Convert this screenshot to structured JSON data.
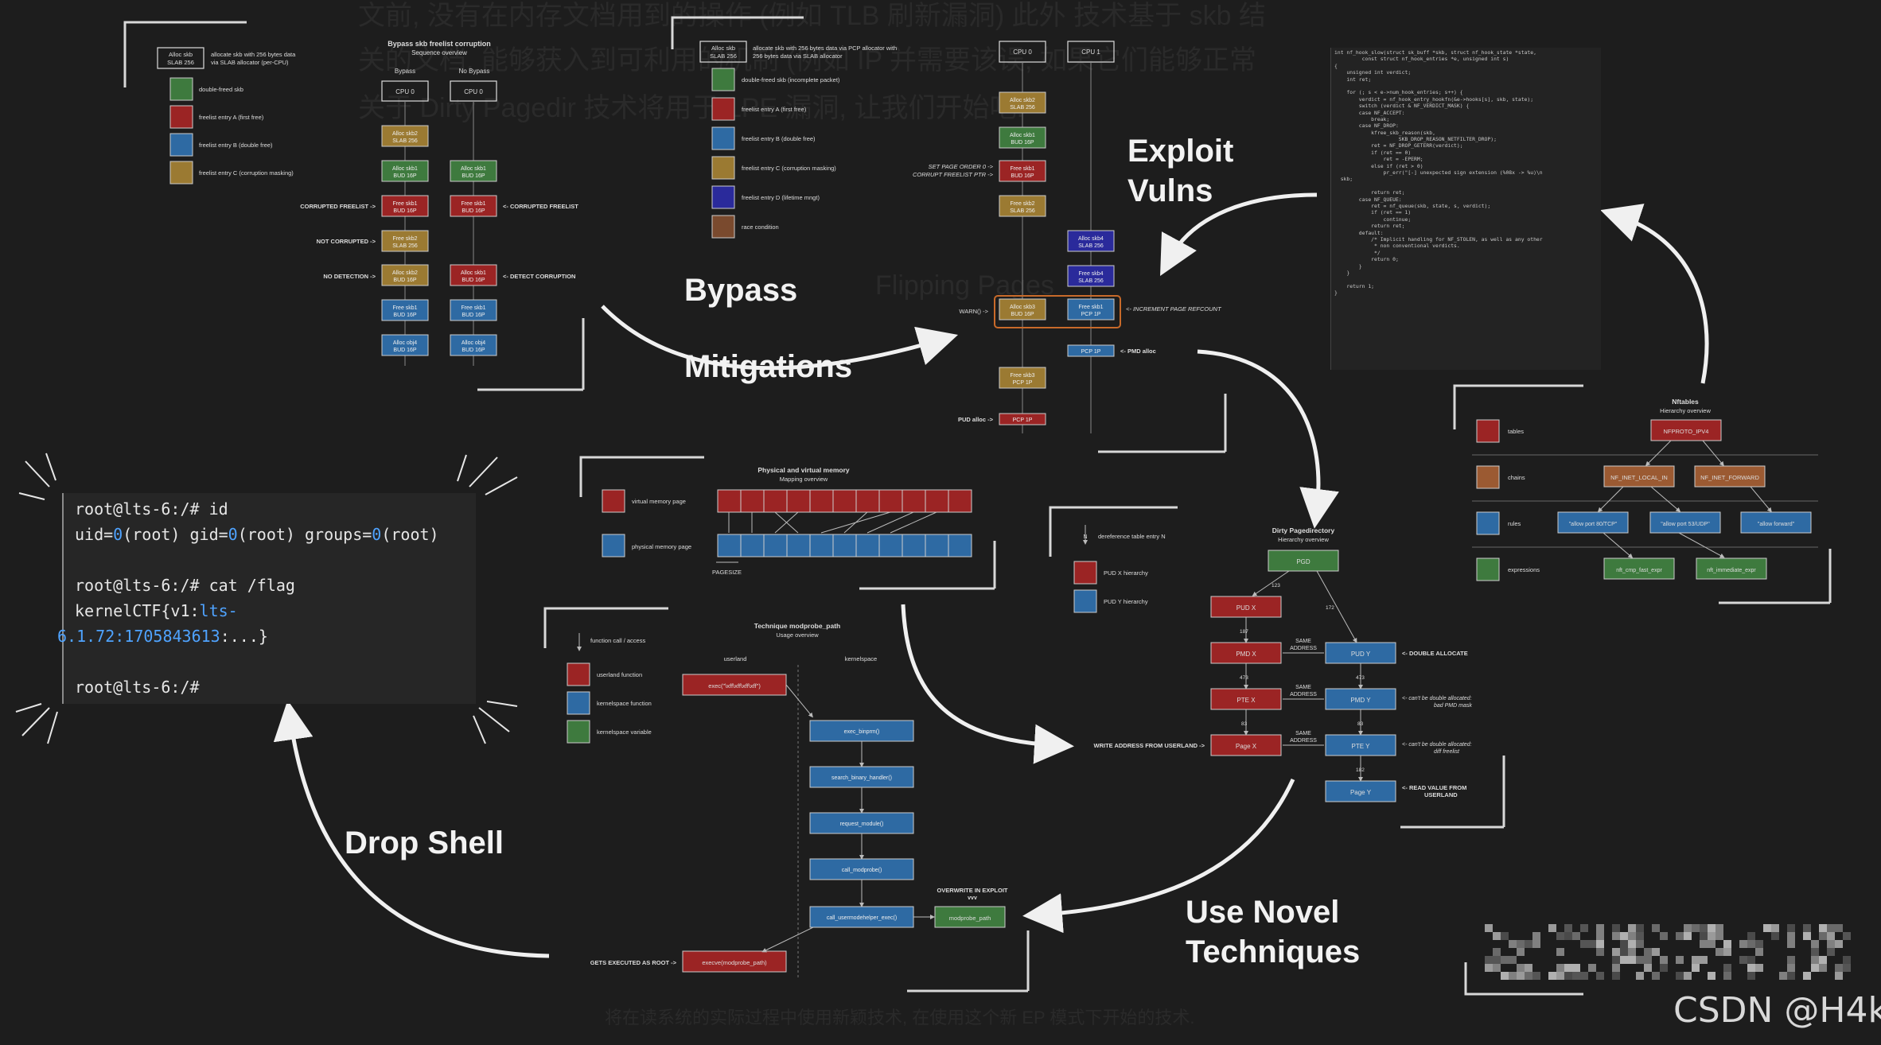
{
  "stages": {
    "bypass_1": "Bypass",
    "bypass_2": "Mitigations",
    "exploit_1": "Exploit",
    "exploit_2": "Vulns",
    "novel_1": "Use Novel",
    "novel_2": "Techniques",
    "drop_shell": "Drop Shell"
  },
  "terminal": {
    "line1_prompt": "root@lts-6:/# ",
    "line1_cmd": "id",
    "line2_a": "uid=",
    "line2_b": "0",
    "line2_c": "(root) gid=",
    "line2_d": "0",
    "line2_e": "(root) groups=",
    "line2_f": "0",
    "line2_g": "(root)",
    "line3_prompt": "root@lts-6:/# ",
    "line3_cmd": "cat /flag",
    "line4_a": "kernelCTF{v1:",
    "line4_b": "lts-",
    "line5_a": "6.1.72:1705843613",
    "line5_b": ":...}",
    "line6_prompt": "root@lts-6:/#"
  },
  "watermark": "CSDN @H4k",
  "pixelated_logo": "pwning tech",
  "background_ghost": {
    "top_text": "文前, 没有在内存文档用到的操作 (例如 TLB 刷新漏洞) 此外 技术基于 skb 结",
    "line2": "关的文档, 能够获入到可利用的机制 (例如 IP 并需要该误, 如果它们能够正常",
    "line3": "关于 Dirty Pagedir 技术将用于 LPE 漏洞, 让我们开始吧!",
    "flipping": "Flipping Pages",
    "bottom": "将在读系统的实际过程中使用新颖技术, 在使用这个新 EP 模式下开始的技术."
  },
  "freelist_diagram": {
    "title": "Bypass skb freelist corruption",
    "subtitle": "Sequence overview",
    "legend": [
      {
        "box_l1": "Alloc skb",
        "box_l2": "SLAB 256",
        "label": "allocate skb with 256 bytes data",
        "label2": "via SLAB allocator (per-CPU)"
      },
      {
        "label": "double-freed skb",
        "color": "#3e7a3e"
      },
      {
        "label": "freelist entry  A  (first free)",
        "color": "#9b2424"
      },
      {
        "label": "freelist entry  B  (double free)",
        "color": "#2e6aa3"
      },
      {
        "label": "freelist entry  C  (corruption masking)",
        "color": "#9b7a32"
      }
    ],
    "col_bypass": "Bypass",
    "col_nobypass": "No Bypass",
    "cpu0": "CPU 0",
    "cpu0b": "CPU 0",
    "rows_left": [
      [
        "Alloc skb2",
        "SLAB 256",
        "#9b7a32"
      ],
      [
        "Alloc skb1",
        "BUD 16P",
        "#3e7a3e"
      ],
      [
        "Free skb1",
        "BUD 16P",
        "#9b2424"
      ],
      [
        "Free skb2",
        "SLAB 256",
        "#9b7a32"
      ],
      [
        "Alloc skb2",
        "BUD 16P",
        "#9b7a32"
      ],
      [
        "Free skb1",
        "BUD 16P",
        "#2e6aa3"
      ],
      [
        "Alloc obj4",
        "BUD 16P",
        "#2e6aa3"
      ]
    ],
    "rows_right": [
      [
        "Alloc skb1",
        "BUD 16P",
        "#3e7a3e"
      ],
      [
        "Free skb1",
        "BUD 16P",
        "#9b2424"
      ],
      [
        "Alloc skb1",
        "BUD 16P",
        "#9b2424"
      ],
      [
        "Free skb1",
        "BUD 16P",
        "#2e6aa3"
      ],
      [
        "Alloc obj4",
        "BUD 16P",
        "#2e6aa3"
      ]
    ],
    "ann_corrupted": "CORRUPTED FREELIST ->",
    "ann_not_corrupted": "NOT CORRUPTED ->",
    "ann_no_detection": "NO DETECTION ->",
    "ann_corrupted_r": "<- CORRUPTED FREELIST",
    "ann_detect": "<- DETECT CORRUPTION"
  },
  "pcp_diagram": {
    "legend": [
      {
        "box_l1": "Alloc skb",
        "box_l2": "SLAB 256",
        "label": "allocate skb with 256 bytes data via PCP allocator with",
        "label2": "256 bytes data via SLAB allocator"
      },
      {
        "label": "double-freed skb (incomplete packet)",
        "color": "#3e7a3e"
      },
      {
        "label": "freelist entry  A  (first free)",
        "color": "#9b2424"
      },
      {
        "label": "freelist entry  B  (double free)",
        "color": "#2e6aa3"
      },
      {
        "label": "freelist entry  C  (corruption masking)",
        "color": "#9b7a32"
      },
      {
        "label": "freelist entry  D  (lifetime mngt)",
        "color": "#2a2a9b"
      },
      {
        "label": "race condition",
        "color": "#7a4a2e"
      }
    ],
    "cpu0": "CPU 0",
    "cpu1": "CPU 1",
    "col0": [
      [
        "Alloc skb2",
        "SLAB 256",
        "#9b7a32"
      ],
      [
        "Alloc skb1",
        "BUD 16P",
        "#3e7a3e"
      ],
      [
        "Free skb1",
        "BUD 16P",
        "#9b2424"
      ],
      [
        "Free skb2",
        "SLAB 256",
        "#9b7a32"
      ],
      [
        "Alloc skb3",
        "BUD 16P",
        "#9b7a32"
      ],
      [
        "Free skb3",
        "PCP 1P",
        "#9b7a32"
      ],
      [
        "PCP 1P",
        "",
        "#9b2424"
      ]
    ],
    "col1": [
      [
        "Alloc skb4",
        "SLAB 256",
        "#2a2a9b"
      ],
      [
        "Free skb4",
        "SLAB 256",
        "#2a2a9b"
      ],
      [
        "Free skb1",
        "PCP 1P",
        "#2e6aa3"
      ],
      [
        "PCP 1P",
        "",
        "#2e6aa3"
      ]
    ],
    "ann_set_order": "SET PAGE ORDER 0 ->",
    "ann_corrupt_ptr": "CORRUPT FREELIST PTR ->",
    "ann_warn": "WARN() ->",
    "ann_increment": "<- INCREMENT PAGE REFCOUNT",
    "ann_pmd_alloc": "<- PMD alloc",
    "ann_pud_alloc": "PUD alloc ->"
  },
  "mapping_diagram": {
    "title": "Physical and virtual memory",
    "subtitle": "Mapping overview",
    "virtual_label": "virtual memory page",
    "physical_label": "physical memory page",
    "pagesize": "PAGESIZE",
    "virtual_color": "#9b2424",
    "physical_color": "#2e6aa3"
  },
  "modprobe_diagram": {
    "title": "Technique modprobe_path",
    "subtitle": "Usage overview",
    "legend_call": "function call / access",
    "legend_user": "userland function",
    "legend_kernel": "kernelspace function",
    "legend_var": "kernelspace variable",
    "col_user": "userland",
    "col_kernel": "kernelspace",
    "exec_user": "exec(\"\\xff\\xff\\xff\\xff\")",
    "steps": [
      "exec_binprm()",
      "search_binary_handler()",
      "request_module()",
      "call_modprobe()",
      "call_usermodehelper_exec()"
    ],
    "modprobe_path": "modprobe_path",
    "overwrite": "OVERWRITE IN EXPLOIT",
    "overwrite_arrow": "vvv",
    "gets_executed": "GETS EXECUTED AS ROOT ->",
    "execve": "execve(modprobe_path)"
  },
  "pagedir_diagram": {
    "title": "Dirty Pagedirectory",
    "subtitle": "Hierarchy overview",
    "legend_deref": "dereference table entry N",
    "legend_n": "N",
    "legend_x": "PUD X hierarchy",
    "legend_y": "PUD Y hierarchy",
    "pgd": "PGD",
    "pud_x": "PUD X",
    "pmd_x": "PMD X",
    "pte_x": "PTE X",
    "page_x": "Page X",
    "pud_y": "PUD Y",
    "pmd_y": "PMD Y",
    "pte_y": "PTE Y",
    "page_y": "Page Y",
    "n_pgd_x": "123",
    "n_pgd_y": "172",
    "n_x1": "187",
    "n_x2": "473",
    "n_x3": "83",
    "n_y1": "473",
    "n_y2": "83",
    "n_y3": "182",
    "same": "SAME",
    "address": "ADDRESS",
    "double_allocate": "<- DOUBLE ALLOCATE",
    "cant_pmd_1": "<- can't be double allocated:",
    "cant_pmd_2": "bad PMD mask",
    "cant_pte_1": "<- can't be double allocated:",
    "cant_pte_2": "diff freelist",
    "read_value_1": "<- READ VALUE FROM",
    "read_value_2": "USERLAND",
    "write_addr": "WRITE ADDRESS FROM USERLAND ->"
  },
  "nftables_diagram": {
    "title": "Nftables",
    "subtitle": "Hierarchy overview",
    "legend": [
      {
        "label": "tables",
        "color": "#9b2424"
      },
      {
        "label": "chains",
        "color": "#9b5a32"
      },
      {
        "label": "rules",
        "color": "#2e6aa3"
      },
      {
        "label": "expressions",
        "color": "#3e7a3e"
      }
    ],
    "root": "NFPROTO_IPV4",
    "chain_local": "NF_INET_LOCAL_IN",
    "chain_forward": "NF_INET_FORWARD",
    "rule1": "\"allow port 80/TCP\"",
    "rule2": "\"allow port 53/UDP\"",
    "rule3": "\"allow forward\"",
    "expr1": "nft_cmp_fast_expr",
    "expr2": "nft_immediate_expr"
  },
  "code_lines": [
    "int nf_hook_slow(struct sk_buff *skb, struct nf_hook_state *state,",
    "         const struct nf_hook_entries *e, unsigned int s)",
    "{",
    "    unsigned int verdict;",
    "    int ret;",
    "",
    "    for (; s < e->num_hook_entries; s++) {",
    "        verdict = nf_hook_entry_hookfn(&e->hooks[s], skb, state);",
    "        switch (verdict & NF_VERDICT_MASK) {",
    "        case NF_ACCEPT:",
    "            break;",
    "        case NF_DROP:",
    "            kfree_skb_reason(skb,",
    "                     SKB_DROP_REASON_NETFILTER_DROP);",
    "            ret = NF_DROP_GETERR(verdict);",
    "            if (ret == 0)",
    "                ret = -EPERM;",
    "            else if (ret > 0)",
    "                pr_err(\"[-] unexpected sign extension (%08x -> %u)\\n",
    "  skb;",
    "",
    "            return ret;",
    "        case NF_QUEUE:",
    "            ret = nf_queue(skb, state, s, verdict);",
    "            if (ret == 1)",
    "                continue;",
    "            return ret;",
    "        default:",
    "            /* Implicit handling for NF_STOLEN, as well as any other",
    "             * non conventional verdicts.",
    "             */",
    "            return 0;",
    "        }",
    "    }",
    "",
    "    return 1;",
    "}"
  ],
  "colors": {
    "background": "#1d1d1d",
    "red": "#9b2424",
    "blue": "#2e6aa3",
    "green": "#3e7a3e",
    "gold": "#9b7a32",
    "navy": "#2a2a9b",
    "terminal_blue": "#4fa3ff"
  }
}
